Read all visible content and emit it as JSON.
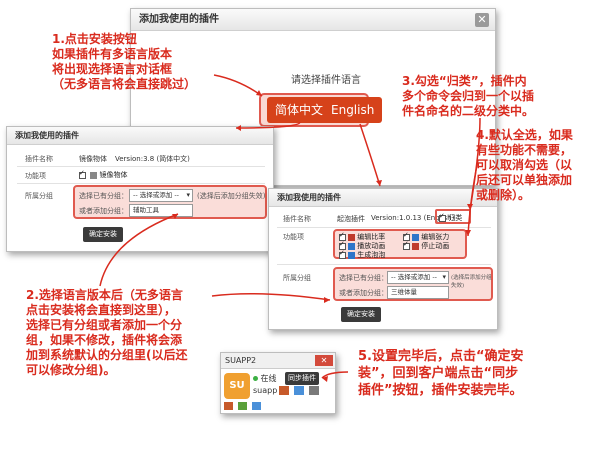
{
  "dialog_lang": {
    "title": "添加我使用的插件",
    "prompt": "请选择插件语言",
    "options": [
      "简体中文",
      "English"
    ]
  },
  "dialog_left": {
    "title": "添加我使用的插件",
    "name_label": "插件名称",
    "plugin_name": "镜像物体",
    "version_text": "Version:3.8 (简体中文)",
    "func_label": "功能项",
    "func_item": "镜像物体",
    "group_label": "所属分组",
    "select_group_label": "选择已有分组：",
    "select_placeholder": "-- 选择或添加 --",
    "select_note": "(选择后添加分组失效)",
    "new_group_label": "或者添加分组：",
    "new_group_value": "辅助工具",
    "submit": "确定安装"
  },
  "dialog_right": {
    "title": "添加我使用的插件",
    "name_label": "插件名称",
    "plugin_name": "起泡插件",
    "version_text": "Version:1.0.13 (English)",
    "classify_label": "归类",
    "func_label": "功能项",
    "funcs": [
      {
        "label": "编辑比率",
        "color": "#c0392b"
      },
      {
        "label": "编辑张力",
        "color": "#2e75c9"
      },
      {
        "label": "播放动画",
        "color": "#2e75c9"
      },
      {
        "label": "停止动画",
        "color": "#c0392b"
      },
      {
        "label": "生成泡泡",
        "color": "#2e75c9"
      }
    ],
    "group_label": "所属分组",
    "select_group_label": "选择已有分组：",
    "select_placeholder": "-- 选择或添加 --",
    "select_note": "(选择后添加分组失效)",
    "new_group_label": "或者添加分组：",
    "new_group_value": "三维体量",
    "submit": "确定安装"
  },
  "suapp": {
    "title": "SUAPP2",
    "close": "✕",
    "logo_text": "SU",
    "online": "在线",
    "sync": "同步插件",
    "user": "suapp"
  },
  "callouts": {
    "c1": "1.点击安装按钮\n如果插件有多语言版本\n将出现选择语言对话框\n（无多语言将会直接跳过）",
    "c2": "2.选择语言版本后（无多语言\n点击安装将会直接到这里），\n选择已有分组或者添加一个分\n组，如果不修改，插件将会添\n加到系统默认的分组里(以后还\n可以修改分组)。",
    "c3": "3.勾选“归类”，插件内\n多个命令会归到一个以插\n件名命名的二级分类中。",
    "c4": "4.默认全选，如果\n有些功能不需要，\n可以取消勾选（以\n后还可以单独添加\n或删除）。",
    "c5": "5.设置完毕后，点击“确定安\n装”，回到客户端点击“同步\n插件”按钮，插件安装完毕。"
  },
  "colors": {
    "callout_red": "#d92b1e",
    "lang_button": "#d6421a",
    "highlight_border": "#e05a4f"
  }
}
